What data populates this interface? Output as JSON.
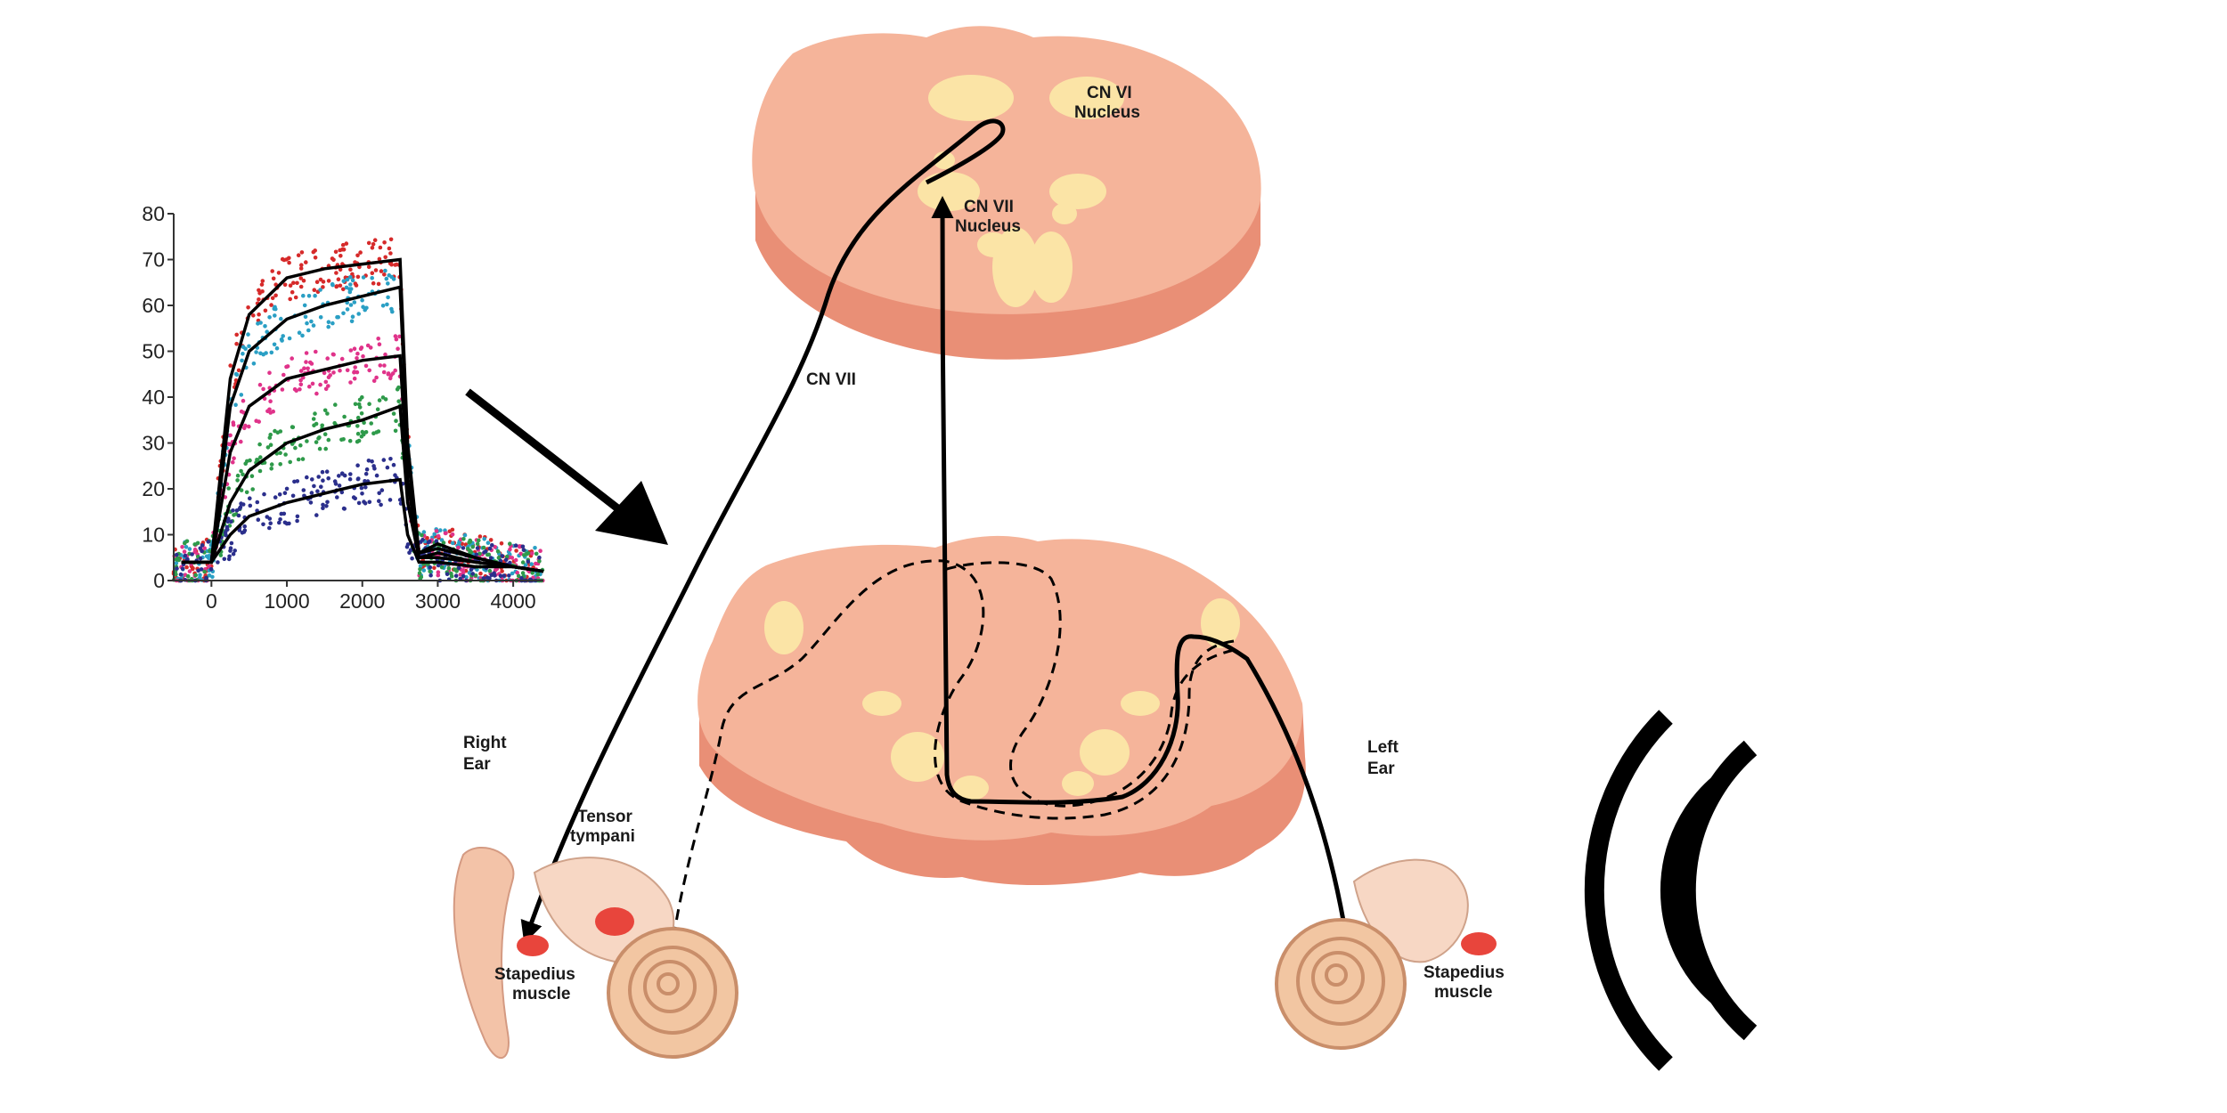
{
  "colors": {
    "brainstem_fill": "#f5b49a",
    "brainstem_side": "#e98f76",
    "nucleus_fill": "#fbe4a6",
    "pathway": "#000000",
    "ear_skin": "#f3c3a8",
    "muscle_red": "#e8453c"
  },
  "labels": {
    "cn_vi_nucleus_line1": "CN VI",
    "cn_vi_nucleus_line2": "Nucleus",
    "cn_vii_nucleus_line1": "CN VII",
    "cn_vii_nucleus_line2": "Nucleus",
    "cn_vii_nerve": "CN VII",
    "right_ear_line1": "Right",
    "right_ear_line2": "Ear",
    "tensor_line1": "Tensor",
    "tensor_line2": "tympani",
    "stapedius_right_line1": "Stapedius",
    "stapedius_right_line2": "muscle",
    "left_ear_line1": "Left",
    "left_ear_line2": "Ear",
    "stapedius_left_line1": "Stapedius",
    "stapedius_left_line2": "muscle"
  },
  "icons": [
    "arrow-icon",
    "sound-waves-icon"
  ],
  "chart_data": {
    "type": "scatter",
    "xlim": [
      -500,
      4400
    ],
    "ylim": [
      0,
      80
    ],
    "x_ticks": [
      0,
      1000,
      2000,
      3000,
      4000
    ],
    "y_ticks": [
      0,
      10,
      20,
      30,
      40,
      50,
      60,
      70,
      80
    ],
    "x_tick_labels": [
      "0",
      "1000",
      "2000",
      "3000",
      "4000"
    ],
    "y_tick_labels": [
      "0",
      "10",
      "20",
      "30",
      "40",
      "50",
      "60",
      "70",
      "80"
    ],
    "title": "",
    "xlabel": "",
    "ylabel": "",
    "grid": false,
    "series": [
      {
        "color": "#d62a2a",
        "plateau": 70,
        "points": [
          [
            -400,
            4
          ],
          [
            0,
            4
          ],
          [
            250,
            44
          ],
          [
            500,
            58
          ],
          [
            1000,
            66
          ],
          [
            1500,
            68
          ],
          [
            2000,
            69
          ],
          [
            2500,
            70
          ],
          [
            2600,
            30
          ],
          [
            2750,
            6
          ],
          [
            3000,
            8
          ],
          [
            3500,
            5
          ],
          [
            4000,
            3
          ],
          [
            4400,
            2
          ]
        ]
      },
      {
        "color": "#2a9fc4",
        "plateau": 64,
        "points": [
          [
            -400,
            4
          ],
          [
            0,
            4
          ],
          [
            250,
            38
          ],
          [
            500,
            50
          ],
          [
            1000,
            57
          ],
          [
            1500,
            60
          ],
          [
            2000,
            62
          ],
          [
            2500,
            64
          ],
          [
            2600,
            28
          ],
          [
            2750,
            6
          ],
          [
            3000,
            7
          ],
          [
            3500,
            5
          ],
          [
            4000,
            3
          ],
          [
            4400,
            2
          ]
        ]
      },
      {
        "color": "#e0338a",
        "plateau": 49,
        "points": [
          [
            -400,
            4
          ],
          [
            0,
            4
          ],
          [
            250,
            28
          ],
          [
            500,
            38
          ],
          [
            1000,
            44
          ],
          [
            1500,
            46
          ],
          [
            2000,
            48
          ],
          [
            2500,
            49
          ],
          [
            2600,
            22
          ],
          [
            2750,
            5
          ],
          [
            3000,
            6
          ],
          [
            3500,
            4
          ],
          [
            4000,
            3
          ],
          [
            4400,
            2
          ]
        ]
      },
      {
        "color": "#2e9a4a",
        "plateau": 38,
        "points": [
          [
            -400,
            4
          ],
          [
            0,
            4
          ],
          [
            250,
            17
          ],
          [
            500,
            24
          ],
          [
            1000,
            30
          ],
          [
            1500,
            33
          ],
          [
            2000,
            35
          ],
          [
            2500,
            38
          ],
          [
            2600,
            17
          ],
          [
            2750,
            5
          ],
          [
            3000,
            5
          ],
          [
            3500,
            4
          ],
          [
            4000,
            3
          ],
          [
            4400,
            2
          ]
        ]
      },
      {
        "color": "#2b2f8c",
        "plateau": 22,
        "points": [
          [
            -400,
            4
          ],
          [
            0,
            4
          ],
          [
            250,
            10
          ],
          [
            500,
            14
          ],
          [
            1000,
            17
          ],
          [
            1500,
            19
          ],
          [
            2000,
            21
          ],
          [
            2500,
            22
          ],
          [
            2600,
            10
          ],
          [
            2750,
            4
          ],
          [
            3000,
            4
          ],
          [
            3500,
            3
          ],
          [
            4000,
            3
          ],
          [
            4400,
            2
          ]
        ]
      }
    ]
  }
}
